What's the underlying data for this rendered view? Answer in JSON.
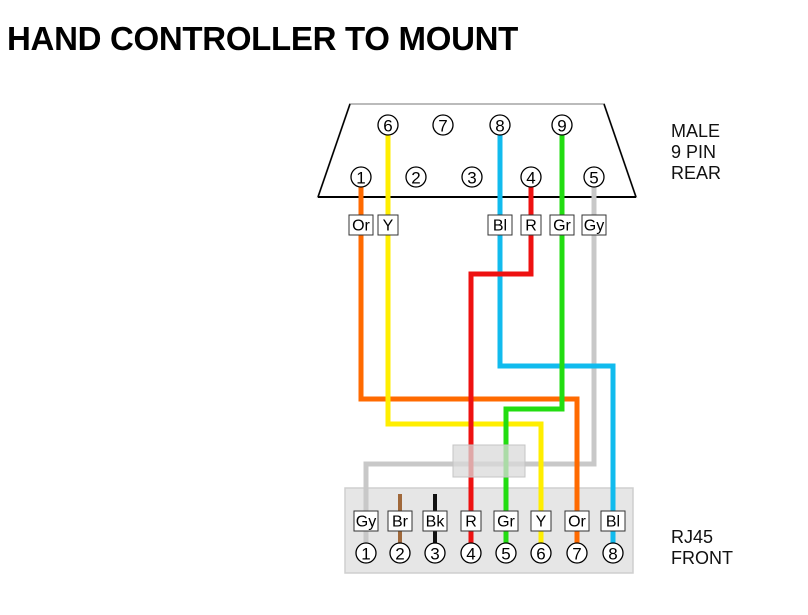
{
  "title": "HAND CONTROLLER TO MOUNT",
  "db9": {
    "label": "MALE\n9 PIN\nREAR",
    "top_row_pins": [
      "6",
      "7",
      "8",
      "9"
    ],
    "bottom_row_pins": [
      "1",
      "2",
      "3",
      "4",
      "5"
    ],
    "wired_labels": [
      {
        "pin": "1",
        "label": "Or"
      },
      {
        "pin": "6",
        "label": "Y"
      },
      {
        "pin": "8",
        "label": "Bl"
      },
      {
        "pin": "4",
        "label": "R"
      },
      {
        "pin": "9",
        "label": "Gr"
      },
      {
        "pin": "5",
        "label": "Gy"
      }
    ]
  },
  "rj45": {
    "label": "RJ45\nFRONT",
    "pins": [
      {
        "num": "1",
        "label": "Gy"
      },
      {
        "num": "2",
        "label": "Br"
      },
      {
        "num": "3",
        "label": "Bk"
      },
      {
        "num": "4",
        "label": "R"
      },
      {
        "num": "5",
        "label": "Gr"
      },
      {
        "num": "6",
        "label": "Y"
      },
      {
        "num": "7",
        "label": "Or"
      },
      {
        "num": "8",
        "label": "Bl"
      }
    ]
  },
  "connections": [
    {
      "db9_pin": "1",
      "rj45_pin": "7",
      "color_name": "Orange",
      "color": "#ff6a00"
    },
    {
      "db9_pin": "6",
      "rj45_pin": "6",
      "color_name": "Yellow",
      "color": "#ffee00"
    },
    {
      "db9_pin": "4",
      "rj45_pin": "4",
      "color_name": "Red",
      "color": "#ee1111"
    },
    {
      "db9_pin": "8",
      "rj45_pin": "8",
      "color_name": "Blue",
      "color": "#11bbee"
    },
    {
      "db9_pin": "9",
      "rj45_pin": "5",
      "color_name": "Green",
      "color": "#22dd11"
    },
    {
      "db9_pin": "5",
      "rj45_pin": "1",
      "color_name": "Gray",
      "color": "#c8c8c8"
    }
  ],
  "rj45_stubs": [
    {
      "rj45_pin": "2",
      "color_name": "Brown",
      "color": "#a0683a"
    },
    {
      "rj45_pin": "3",
      "color_name": "Black",
      "color": "#111111"
    }
  ]
}
